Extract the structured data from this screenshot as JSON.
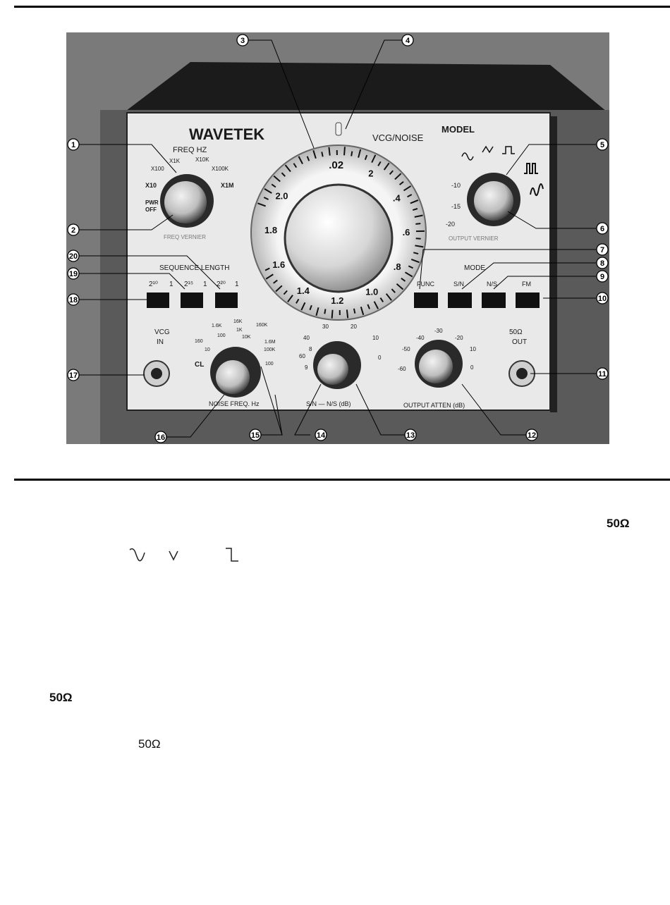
{
  "figure": {
    "brand": "WAVETEK",
    "model_label": "MODEL",
    "vcg_noise_label": "VCG/NOISE",
    "freq_hz_label": "FREQ HZ",
    "range_labels": [
      "X1K",
      "X10K",
      "X100",
      "X100K",
      "X10",
      "X1M"
    ],
    "pwr_label": "PWR",
    "off_label": "OFF",
    "freq_vernier_label": "FREQ VERNIER",
    "dial_numbers": [
      ".02",
      "2",
      ".4",
      ".6",
      ".8",
      "1.0",
      "1.2",
      "1.4",
      "1.6",
      "1.8",
      "2.0"
    ],
    "output_vernier_label": "OUTPUT VERNIER",
    "vernier_scale": [
      "-10",
      "-15",
      "-20"
    ],
    "sequence_length_label": "SEQUENCE LENGTH",
    "sequence_values": [
      "2¹⁰",
      "1",
      "2¹⁵",
      "1",
      "2²⁰",
      "1"
    ],
    "mode_label": "MODE",
    "mode_buttons": [
      "FUNC",
      "S/N",
      "N/S",
      "FM"
    ],
    "vcg_in_label": [
      "VCG",
      "IN"
    ],
    "out_label": [
      "50Ω",
      "OUT"
    ],
    "cl_label": "CL",
    "noise_scale": [
      "1.6K",
      "16K",
      "100",
      "1K",
      "10K",
      "160K",
      "160",
      "1.6M",
      "10",
      "100K",
      "100"
    ],
    "noise_freq_label": "NOISE FREQ. Hz",
    "sn_scale": [
      "30",
      "20",
      "40",
      "10",
      "60",
      "8",
      "0",
      "9"
    ],
    "sn_label": "S/N — N/S (dB)",
    "atten_scale": [
      "-40",
      "-30",
      "-20",
      "-50",
      "10",
      "-60",
      "0"
    ],
    "atten_label": "OUTPUT ATTEN (dB)",
    "callouts": [
      "1",
      "2",
      "3",
      "4",
      "5",
      "6",
      "7",
      "8",
      "9",
      "10",
      "11",
      "12",
      "13",
      "14",
      "15",
      "16",
      "17",
      "18",
      "19",
      "20"
    ]
  },
  "text": {
    "ohm_symbol_right": "50Ω",
    "ohm_symbol_left": "50Ω",
    "ohm_symbol_mid": "50Ω"
  },
  "icons": [
    "sine-wave-icon",
    "triangle-wave-icon",
    "square-wave-icon"
  ]
}
